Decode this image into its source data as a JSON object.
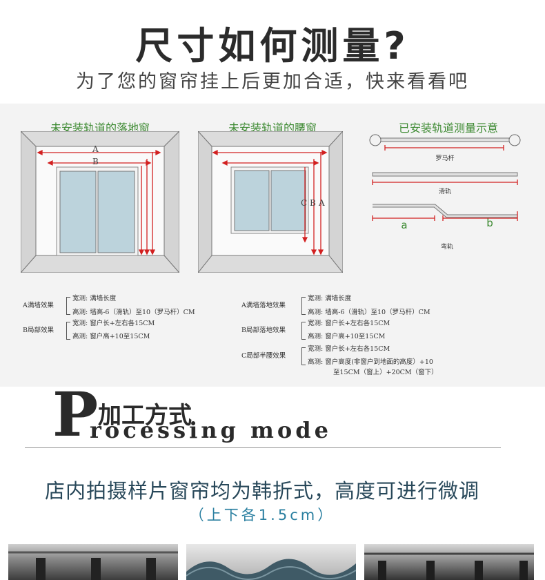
{
  "header": {
    "title": "尺寸如何测量?",
    "subtitle": "为了您的窗帘挂上后更加合适，快来看看吧"
  },
  "panels": {
    "floor": {
      "heading": "未安装轨道的落地窗",
      "a": "A",
      "b": "B"
    },
    "waist": {
      "heading": "未安装轨道的腰窗",
      "c": "C",
      "b": "B",
      "a": "A"
    },
    "installed": {
      "heading": "已安装轨道测量示意",
      "roman": "罗马杆",
      "slide": "滑轨",
      "a": "a",
      "b": "b",
      "curved": "弯轨"
    }
  },
  "notes_left": [
    {
      "label": "A满墙效果",
      "lines": [
        "宽测: 满墙长度",
        "高测: 墙高-6（滑轨）至10（罗马杆）CM"
      ]
    },
    {
      "label": "B局部效果",
      "lines": [
        "宽测: 窗户长+左右各15CM",
        "高测: 窗户高+10至15CM"
      ]
    }
  ],
  "notes_right": [
    {
      "label": "A满墙落地效果",
      "lines": [
        "宽测: 满墙长度",
        "高测: 墙高-6（滑轨）至10（罗马杆）CM"
      ]
    },
    {
      "label": "B局部落地效果",
      "lines": [
        "宽测: 窗户长+左右各15CM",
        "高测: 窗户高+10至15CM"
      ]
    },
    {
      "label": "C局部半腰效果",
      "lines": [
        "宽测: 窗户长+左右各15CM",
        "高测: 窗户高度(非窗户到地面的高度）+10",
        "至15CM（窗上）+20CM（窗下）"
      ]
    }
  ],
  "processing": {
    "p": "P",
    "cn": "加工方式",
    "en": "rocessing mode"
  },
  "shop": {
    "text": "店内拍摄样片窗帘均为韩折式，高度可进行微调",
    "adjust": "（上下各1.5cm）"
  },
  "colors": {
    "green": "#3d8a32",
    "red": "#d22020"
  }
}
